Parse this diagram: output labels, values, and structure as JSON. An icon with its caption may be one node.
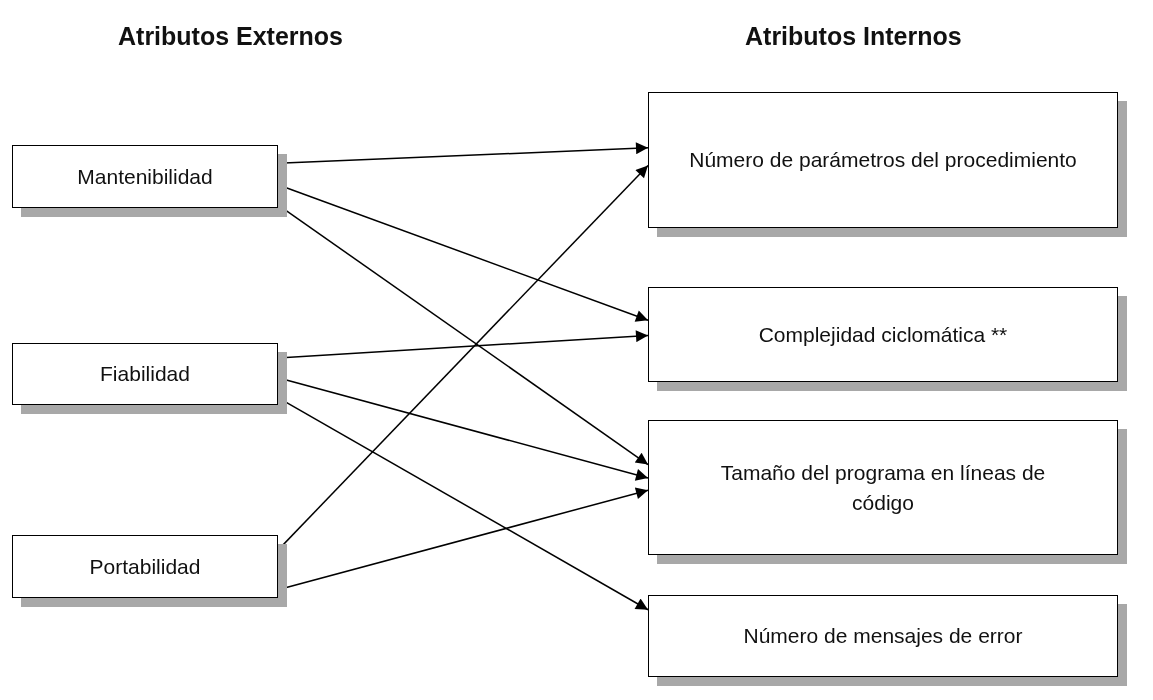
{
  "diagram": {
    "nodes": [
      {
        "text": [
          "Mantenibilidad"
        ]
      },
      {
        "text": [
          "Fiabilidad"
        ]
      },
      {
        "text": [
          "Portabilidad"
        ]
      },
      {
        "text": [
          "Número de parámetros del procedimiento"
        ]
      },
      {
        "text": [
          "Complejidad ciclomática **"
        ]
      },
      {
        "text": [
          "Tamaño del programa en líneas de código"
        ]
      },
      {
        "text": [
          "Número de mensajes de error"
        ]
      }
    ],
    "edges": [
      {
        "from": 0,
        "to": 3,
        "arrow": "to"
      },
      {
        "from": 0,
        "to": 4,
        "arrow": "to"
      },
      {
        "from": 0,
        "to": 5,
        "arrow": "to"
      },
      {
        "from": 1,
        "to": 4,
        "arrow": "to"
      },
      {
        "from": 1,
        "to": 5,
        "arrow": "to"
      },
      {
        "from": 1,
        "to": 6,
        "arrow": "to"
      },
      {
        "from": 2,
        "to": 3,
        "arrow": "to"
      },
      {
        "from": 2,
        "to": 5,
        "arrow": "to"
      }
    ],
    "labels": [
      "Atributos Externos",
      "Atributos Internos"
    ]
  }
}
